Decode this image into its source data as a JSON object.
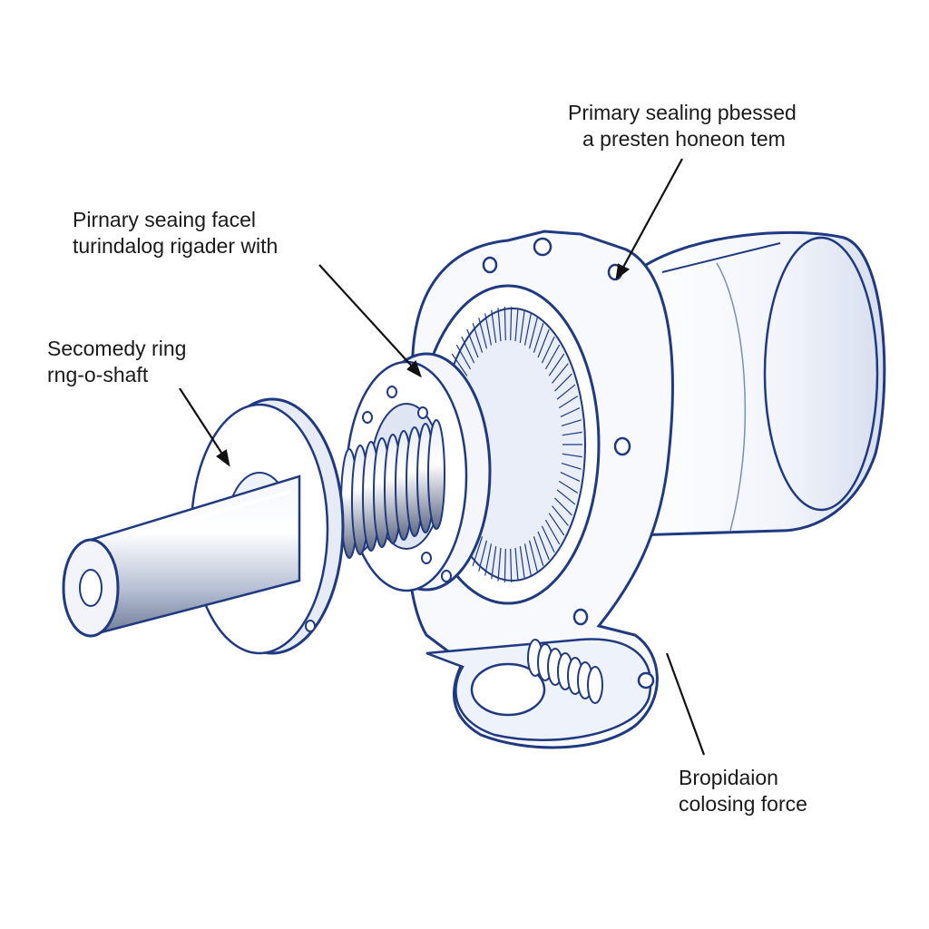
{
  "labels": {
    "top_right": {
      "line1": "Primary sealing pbessed",
      "line2": "a presten honeon tem"
    },
    "primary_face": {
      "line1": "Pirnary seaing facel",
      "line2": "turindalog rigader with"
    },
    "secondary_ring": {
      "line1": "Secomedy ring",
      "line2": "rng-o-shaft"
    },
    "closing_force": {
      "line1": "Bropidaion",
      "line2": "colosing force"
    }
  },
  "colors": {
    "line": "#1f3a80",
    "fill_light": "#eef2fa",
    "fill_mid": "#c9d4ea",
    "shaft_dark": "#8e9ab4",
    "ink": "#111111"
  }
}
